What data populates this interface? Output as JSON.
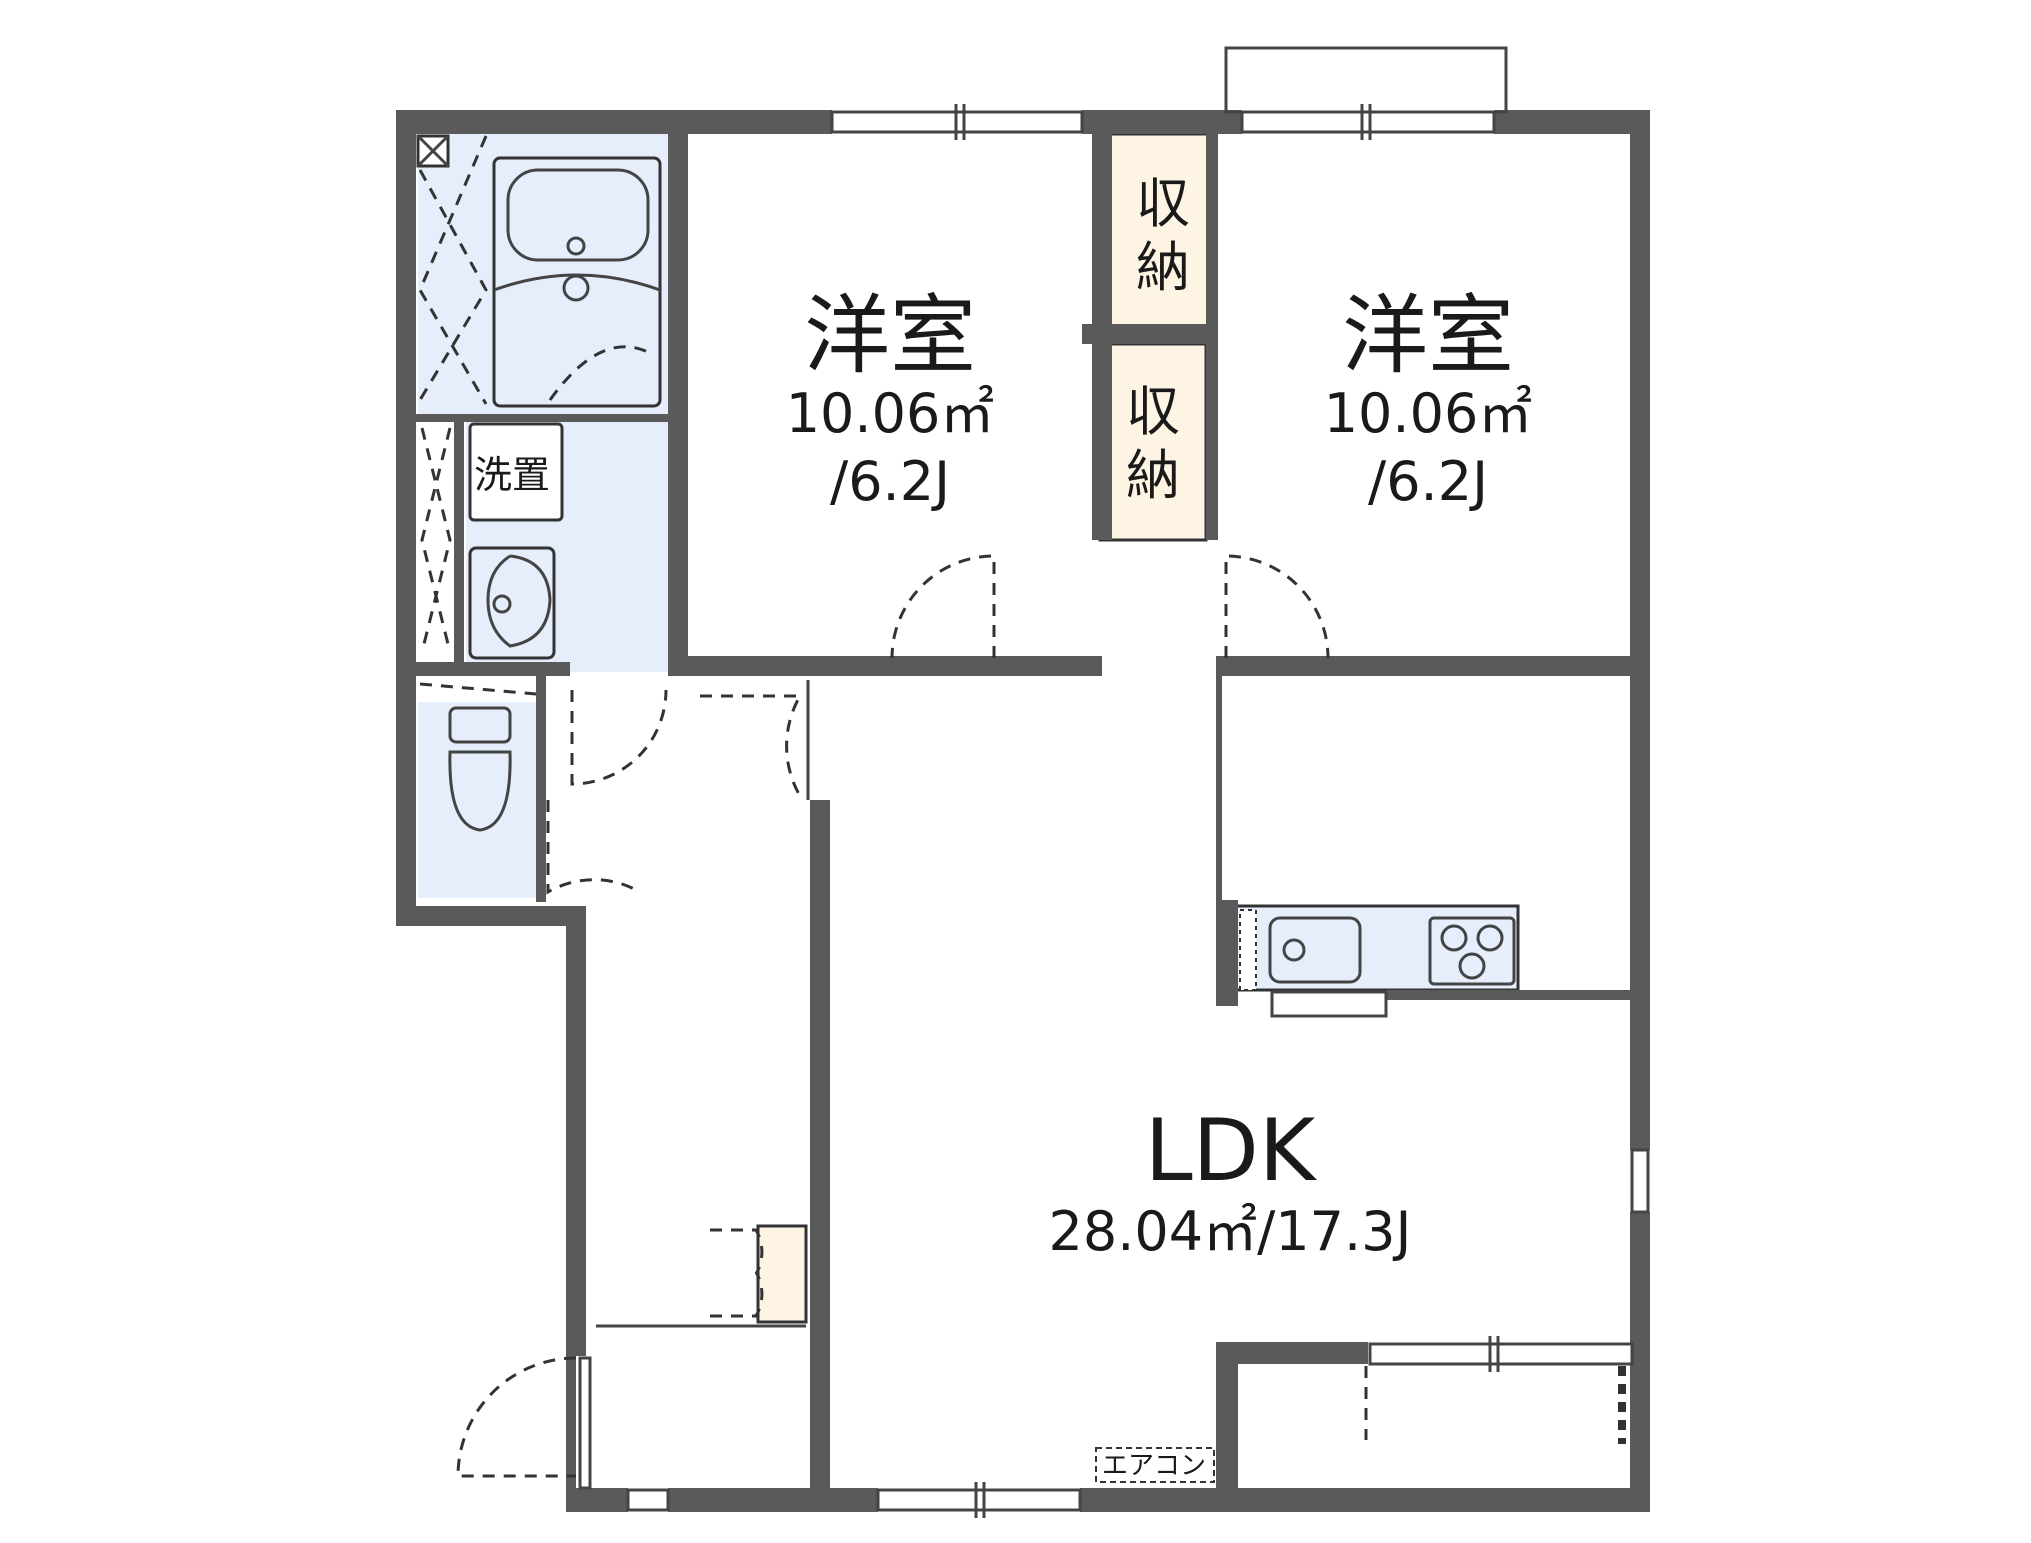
{
  "rooms": {
    "bedroom_left": {
      "name": "洋室",
      "area": "10.06㎡",
      "tatami": "/6.2J"
    },
    "bedroom_right": {
      "name": "洋室",
      "area": "10.06㎡",
      "tatami": "/6.2J"
    },
    "ldk": {
      "name": "LDK",
      "area": "28.04㎡/17.3J"
    }
  },
  "storage": {
    "top": [
      "収",
      "納"
    ],
    "bottom": [
      "収",
      "納"
    ]
  },
  "labels": {
    "washer": "洗置",
    "aircon": "エアコン"
  },
  "colors": {
    "wall": "#5a5a5a",
    "wet_area": "#e6eefc",
    "storage": "#fdf4e3"
  }
}
